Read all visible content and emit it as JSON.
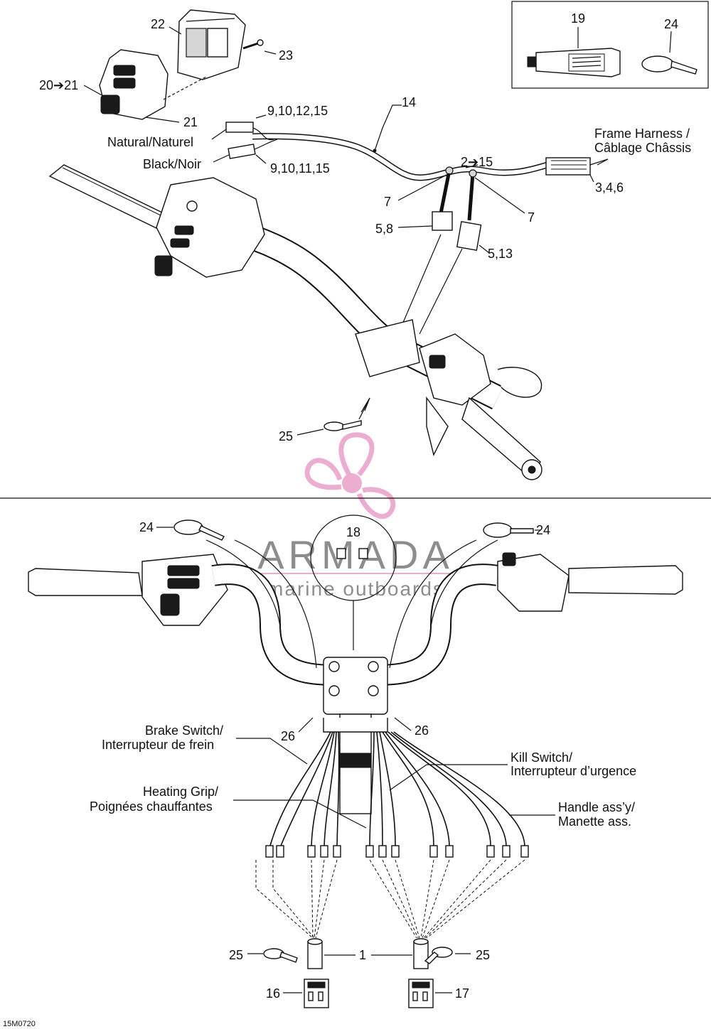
{
  "watermark": {
    "brand": "ARMADA",
    "tagline": "marine outboards",
    "colors": {
      "logo_pink": "#e8a0c8",
      "text_grey": "#7a7a7a"
    }
  },
  "figure_code": "15M0720",
  "callouts": {
    "c22": "22",
    "c23": "23",
    "c20_21": "20➔21",
    "c21": "21",
    "c19": "19",
    "c24_inset": "24",
    "c14": "14",
    "c9_10_12_15": "9,10,12,15",
    "c9_10_11_15": "9,10,11,15",
    "c2_15": "2➔15",
    "c3_4_6": "3,4,6",
    "c7_left": "7",
    "c7_right": "7",
    "c5_8": "5,8",
    "c5_13": "5,13",
    "c25_top": "25",
    "c24_left": "24",
    "c24_right": "24",
    "c18": "18",
    "c26_left": "26",
    "c26_right": "26",
    "c1": "1",
    "c25_left": "25",
    "c25_right": "25",
    "c16": "16",
    "c17": "17"
  },
  "labels": {
    "natural": "Natural/Naturel",
    "black": "Black/Noir",
    "frame_harness_1": "Frame Harness /",
    "frame_harness_2": "Câblage Châssis",
    "brake_switch_1": "Brake Switch/",
    "brake_switch_2": "Interrupteur de frein",
    "heating_grip_1": "Heating Grip/",
    "heating_grip_2": "Poignées chauffantes",
    "kill_switch_1": "Kill Switch/",
    "kill_switch_2": "Interrupteur d’urgence",
    "handle_assy_1": "Handle ass’y/",
    "handle_assy_2": "Manette ass."
  }
}
